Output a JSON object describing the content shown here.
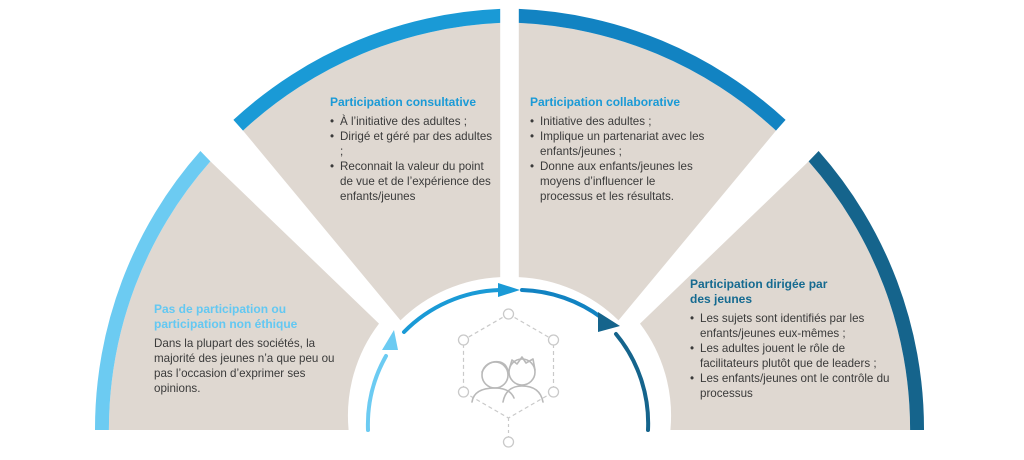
{
  "colors": {
    "panel_fill": "#dfd8d1",
    "band_light": "#6ccbf2",
    "band_mid": "#1a9ad6",
    "band_blue": "#1283c2",
    "band_dark": "#15648c",
    "title_light": "#63c8f2",
    "title_mid": "#1a9ad6",
    "title_dark": "#156a90",
    "text": "#3a3a3a",
    "hexagon_dashes": "#c9c9c9"
  },
  "icons": {
    "center": "children-heads-icon",
    "arrows": "progression-arrow-icon"
  },
  "segments": {
    "no_participation": {
      "title": "Pas de participation ou participation non éthique",
      "body": "Dans la plupart des sociétés, la majorité des jeunes n’a que peu ou pas l’occasion d’exprimer ses opinions."
    },
    "consultative": {
      "title": "Participation consultative",
      "bullets": [
        "À l’initiative des adultes ;",
        "Dirigé et géré par des adultes ;",
        "Reconnait la valeur du point de vue et de l’expérience des enfants/jeunes"
      ]
    },
    "collaborative": {
      "title": "Participation collaborative",
      "bullets": [
        "Initiative des adultes ;",
        "Implique un partenariat avec les enfants/jeunes ;",
        "Donne aux enfants/jeunes les moyens d’influencer le processus et les résultats."
      ]
    },
    "youth_led": {
      "title": "Participation dirigée par des jeunes",
      "bullets": [
        "Les sujets sont identifiés par les enfants/jeunes eux-mêmes ;",
        "Les adultes jouent le rôle de facilitateurs plutôt que de leaders ;",
        "Les enfants/jeunes ont le contrôle du processus"
      ]
    }
  }
}
